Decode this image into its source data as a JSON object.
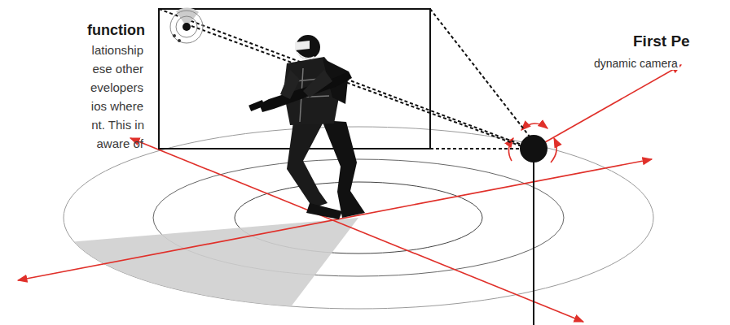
{
  "diagram": {
    "labels": [
      "function",
      "lationship",
      "ese other",
      "evelopers",
      "ios where",
      "nt. This in",
      "aware of",
      "First Pe",
      "dynamic camera"
    ]
  }
}
